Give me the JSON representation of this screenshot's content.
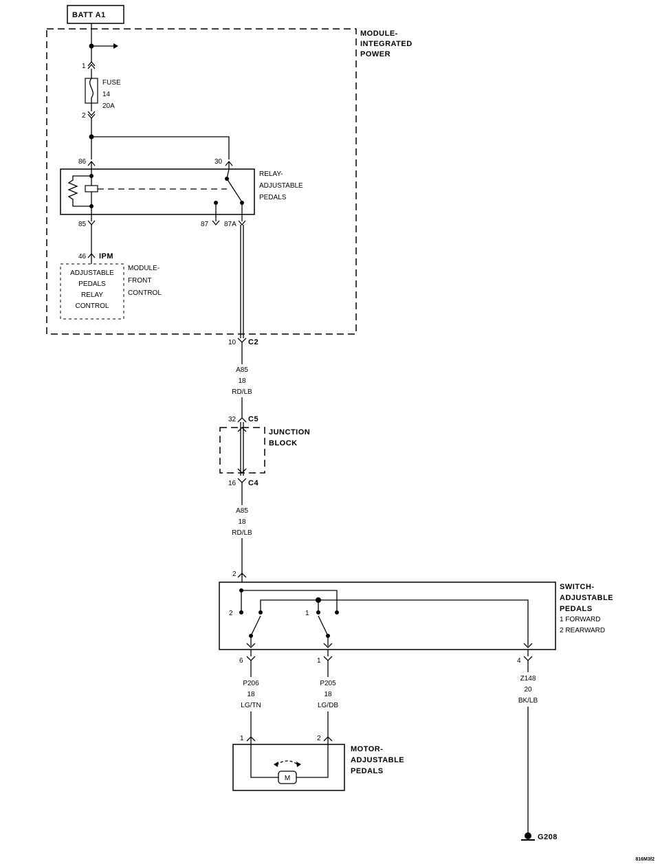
{
  "battery": {
    "label": "BATT A1"
  },
  "ipm": {
    "title_lines": [
      "MODULE-",
      "INTEGRATED",
      "POWER"
    ],
    "connector": "IPM"
  },
  "fuse": {
    "lines": [
      "FUSE",
      "14",
      "20A"
    ],
    "pin_in": "1",
    "pin_out": "2"
  },
  "relay": {
    "title_lines": [
      "RELAY-",
      "ADJUSTABLE",
      "PEDALS"
    ],
    "pins": {
      "p86": "86",
      "p30": "30",
      "p85": "85",
      "p87": "87",
      "p87a": "87A"
    }
  },
  "front_control": {
    "pin": "46",
    "box_lines": [
      "ADJUSTABLE",
      "PEDALS",
      "RELAY",
      "CONTROL"
    ],
    "title_lines": [
      "MODULE-",
      "FRONT",
      "CONTROL"
    ]
  },
  "connectors": {
    "c2": {
      "pin": "10",
      "name": "C2"
    },
    "c5": {
      "pin": "32",
      "name": "C5"
    },
    "c4": {
      "pin": "16",
      "name": "C4"
    }
  },
  "wires": {
    "a85_upper": [
      "A85",
      "18",
      "RD/LB"
    ],
    "a85_lower": [
      "A85",
      "18",
      "RD/LB"
    ],
    "p206": [
      "P206",
      "18",
      "LG/TN"
    ],
    "p205": [
      "P205",
      "18",
      "LG/DB"
    ],
    "z148": [
      "Z148",
      "20",
      "BK/LB"
    ]
  },
  "junction_block": {
    "title_lines": [
      "JUNCTION",
      "BLOCK"
    ]
  },
  "switch": {
    "title_lines": [
      "SWITCH-",
      "ADJUSTABLE",
      "PEDALS"
    ],
    "legend": [
      "1 FORWARD",
      "2 REARWARD"
    ],
    "pin_in": "2",
    "pos_left": "2",
    "pos_right": "1",
    "pin_6": "6",
    "pin_1": "1",
    "pin_4": "4"
  },
  "motor": {
    "title_lines": [
      "MOTOR-",
      "ADJUSTABLE",
      "PEDALS"
    ],
    "pin_1": "1",
    "pin_2": "2",
    "symbol": "M"
  },
  "ground": {
    "label": "G208"
  },
  "figure_id": "816M3f2"
}
